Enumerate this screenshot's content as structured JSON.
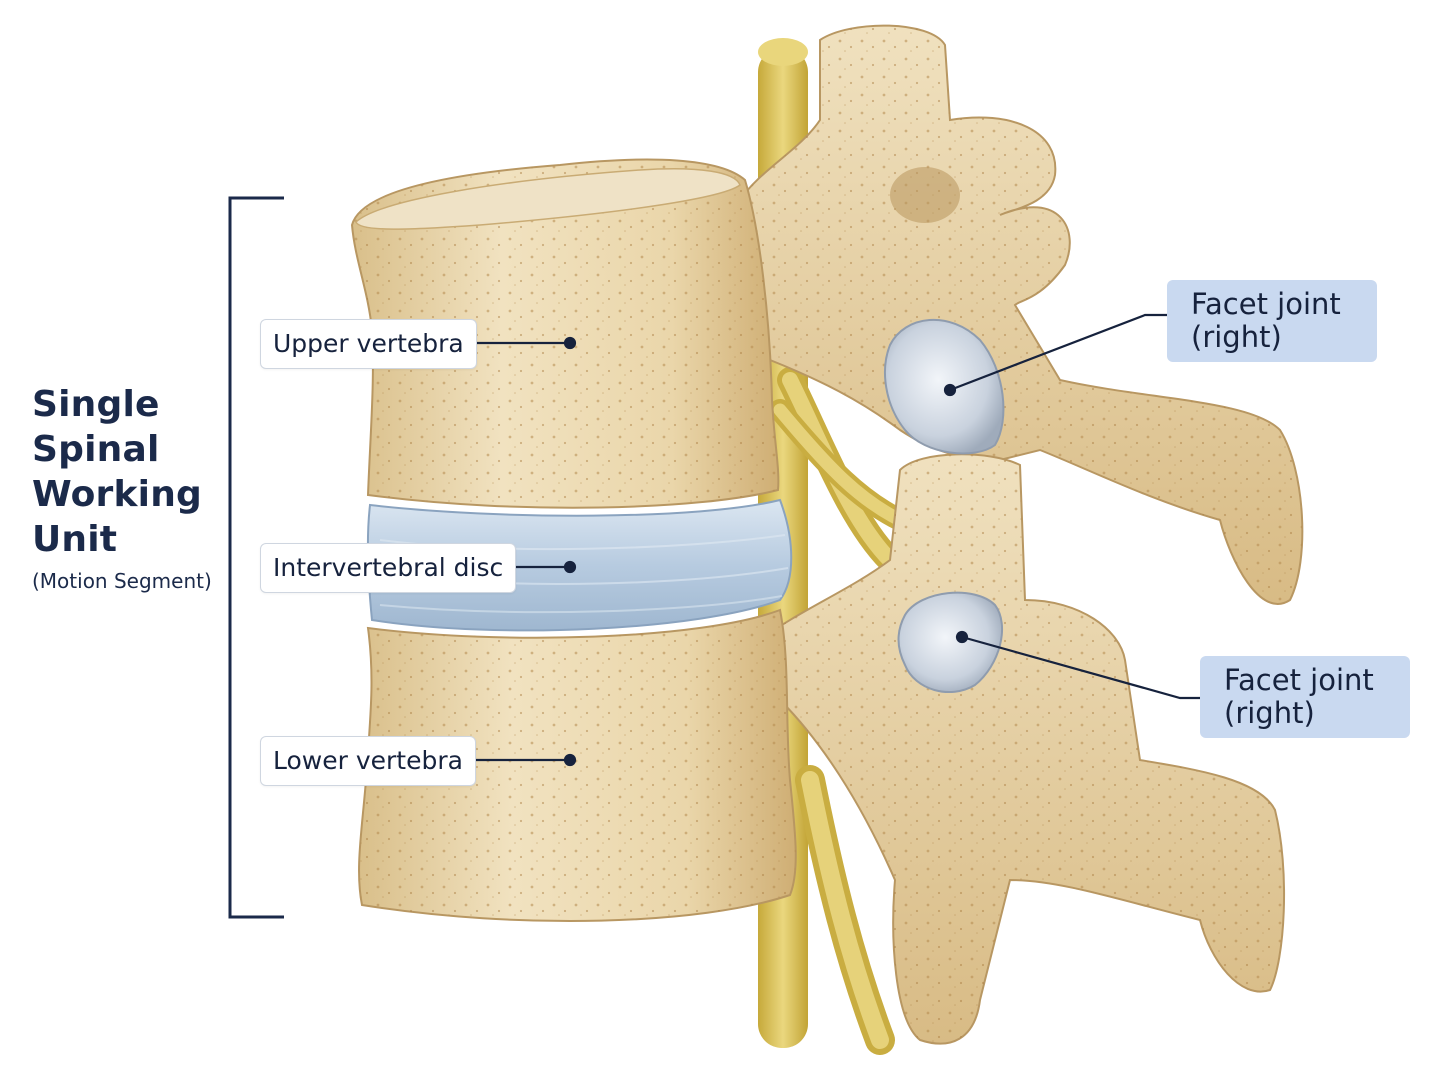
{
  "title": {
    "lines": [
      "Single",
      "Spinal",
      "Working",
      "Unit"
    ],
    "subtitle": "(Motion Segment)"
  },
  "labels": {
    "upper_vertebra": "Upper vertebra",
    "intervertebral_disc": "Intervertebral disc",
    "lower_vertebra": "Lower vertebra",
    "facet_upper": [
      "Facet joint",
      "(right)"
    ],
    "facet_lower": [
      "Facet joint",
      "(right)"
    ]
  },
  "colors": {
    "bone": "#e9d6ad",
    "bone_dark": "#c9ab74",
    "disc": "#b9cde0",
    "nerve": "#d9c25a",
    "cartilage": "#c6d0dd",
    "bracket": "#1b2a4a",
    "facet_label_bg": "#c9d9f0"
  }
}
